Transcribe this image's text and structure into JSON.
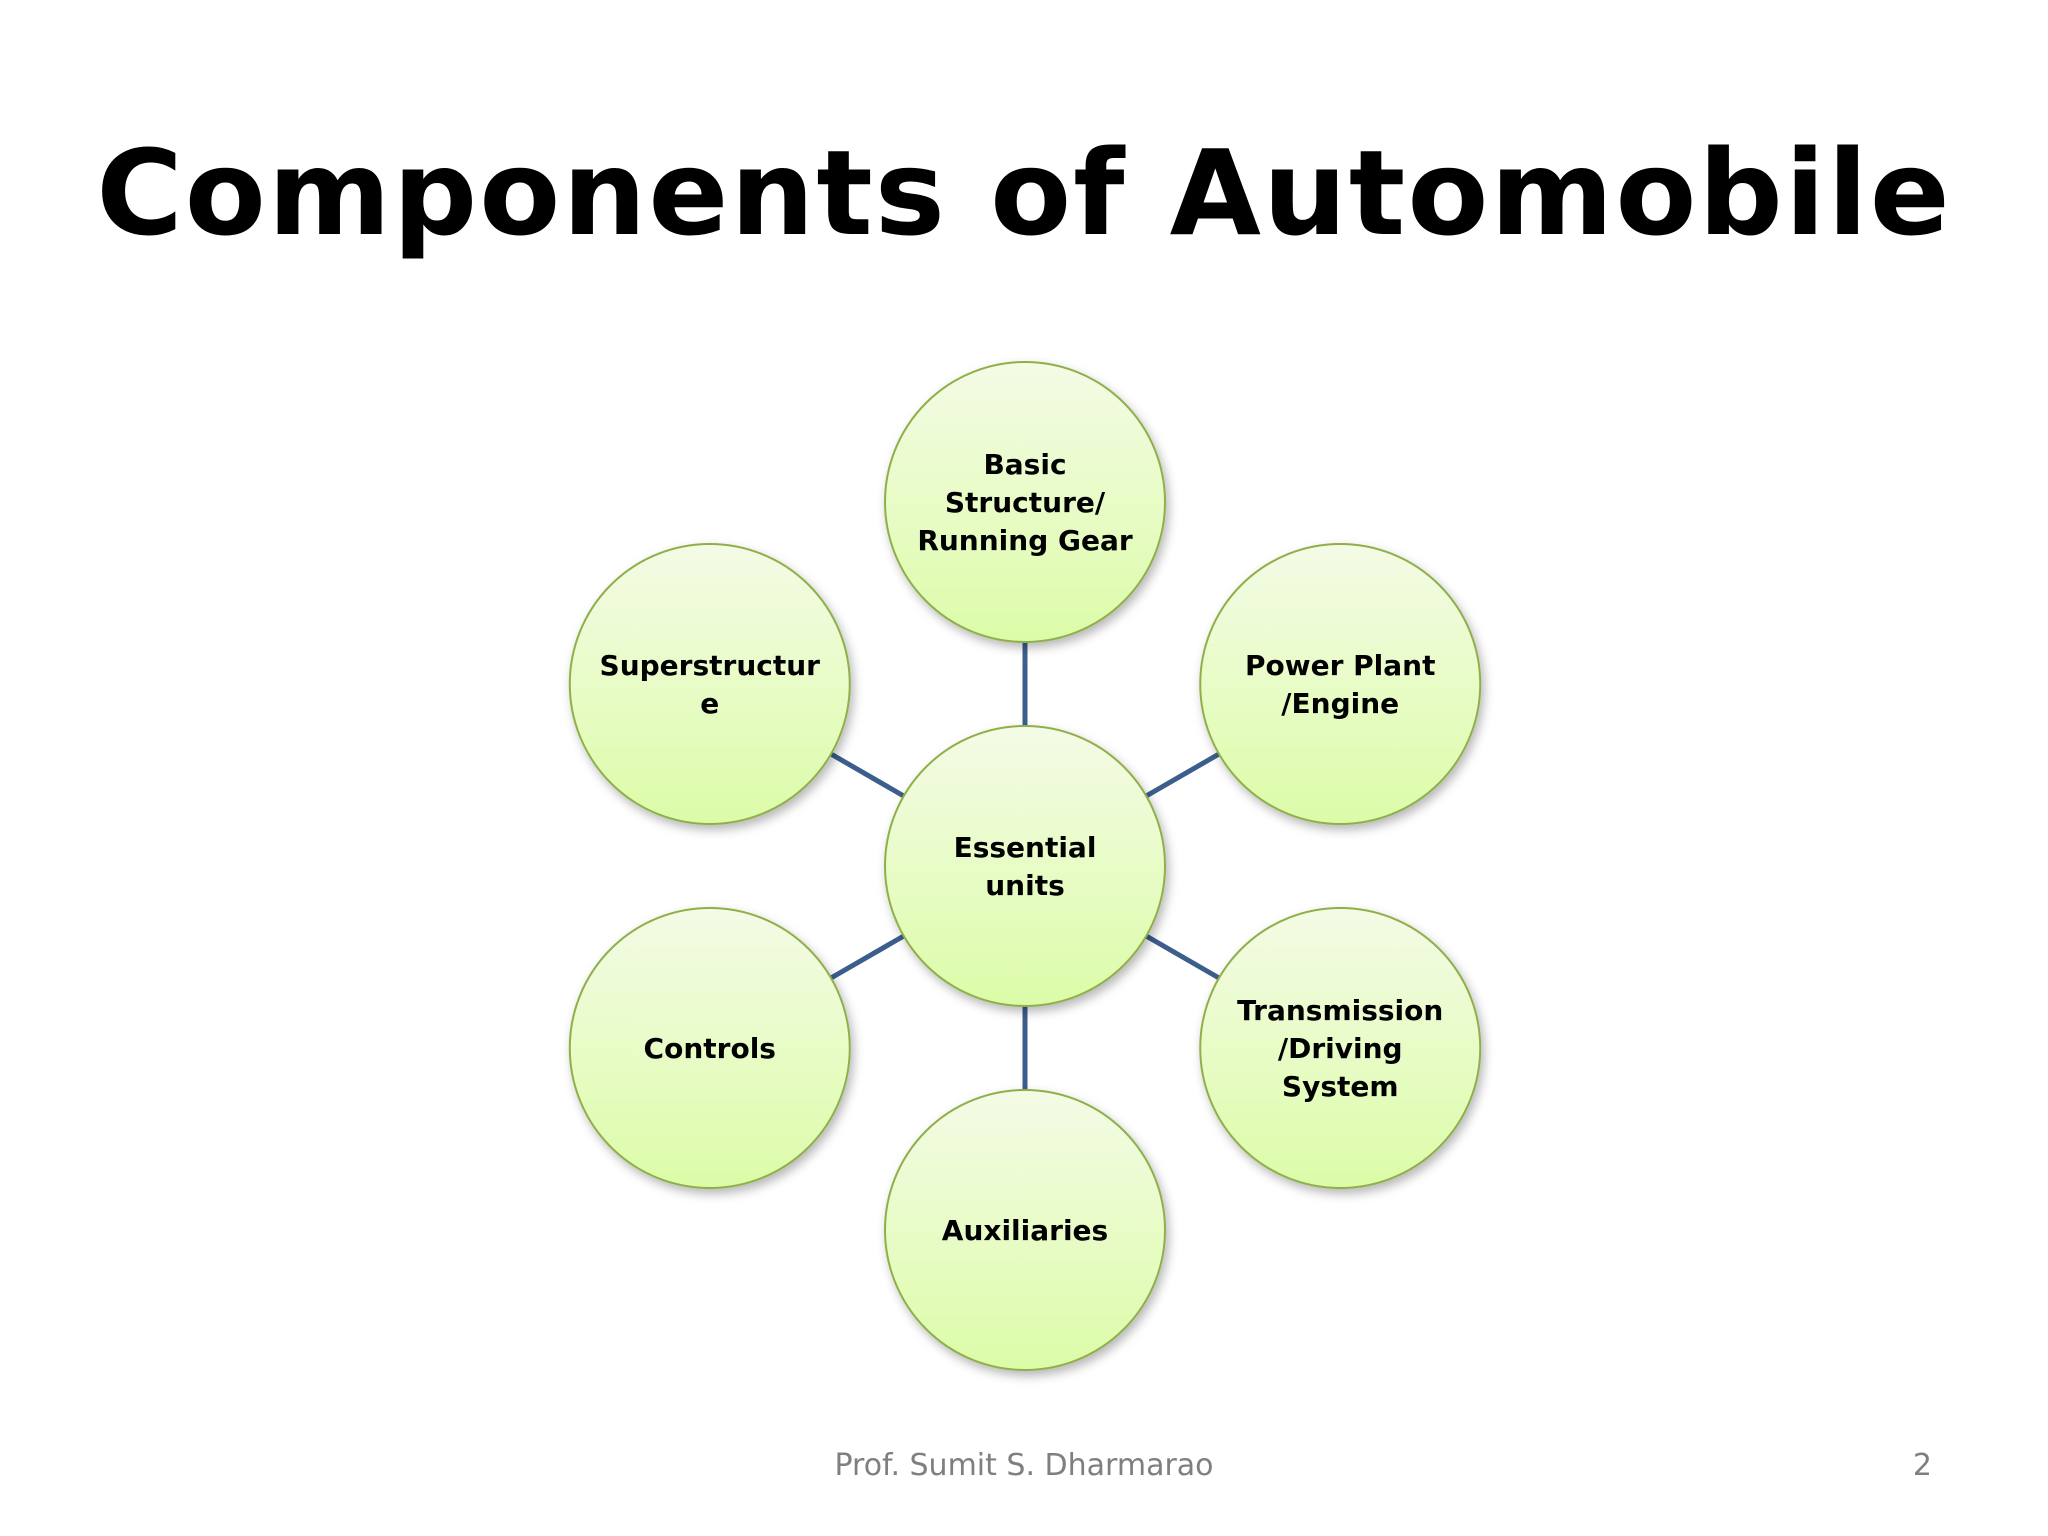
{
  "title": "Components of Automobile",
  "diagram": {
    "center": {
      "id": "center",
      "lines": [
        "Essential",
        "units"
      ]
    },
    "nodes": [
      {
        "id": "basic-structure",
        "lines": [
          "Basic",
          "Structure/",
          "Running Gear"
        ]
      },
      {
        "id": "power-plant",
        "lines": [
          "Power Plant",
          "/Engine"
        ]
      },
      {
        "id": "transmission",
        "lines": [
          "Transmission",
          "/Driving",
          "System"
        ]
      },
      {
        "id": "auxiliaries",
        "lines": [
          "Auxiliaries"
        ]
      },
      {
        "id": "controls",
        "lines": [
          "Controls"
        ]
      },
      {
        "id": "superstructure",
        "lines": [
          "Superstructur",
          "e"
        ]
      }
    ],
    "colors": {
      "circle_fill_top": "#f4fbe6",
      "circle_fill_bottom": "#dcfca8",
      "circle_stroke": "#8fb04a",
      "connector": "#3b5e8c"
    }
  },
  "footer": {
    "author": "Prof. Sumit S. Dharmarao",
    "page_number": "2"
  }
}
